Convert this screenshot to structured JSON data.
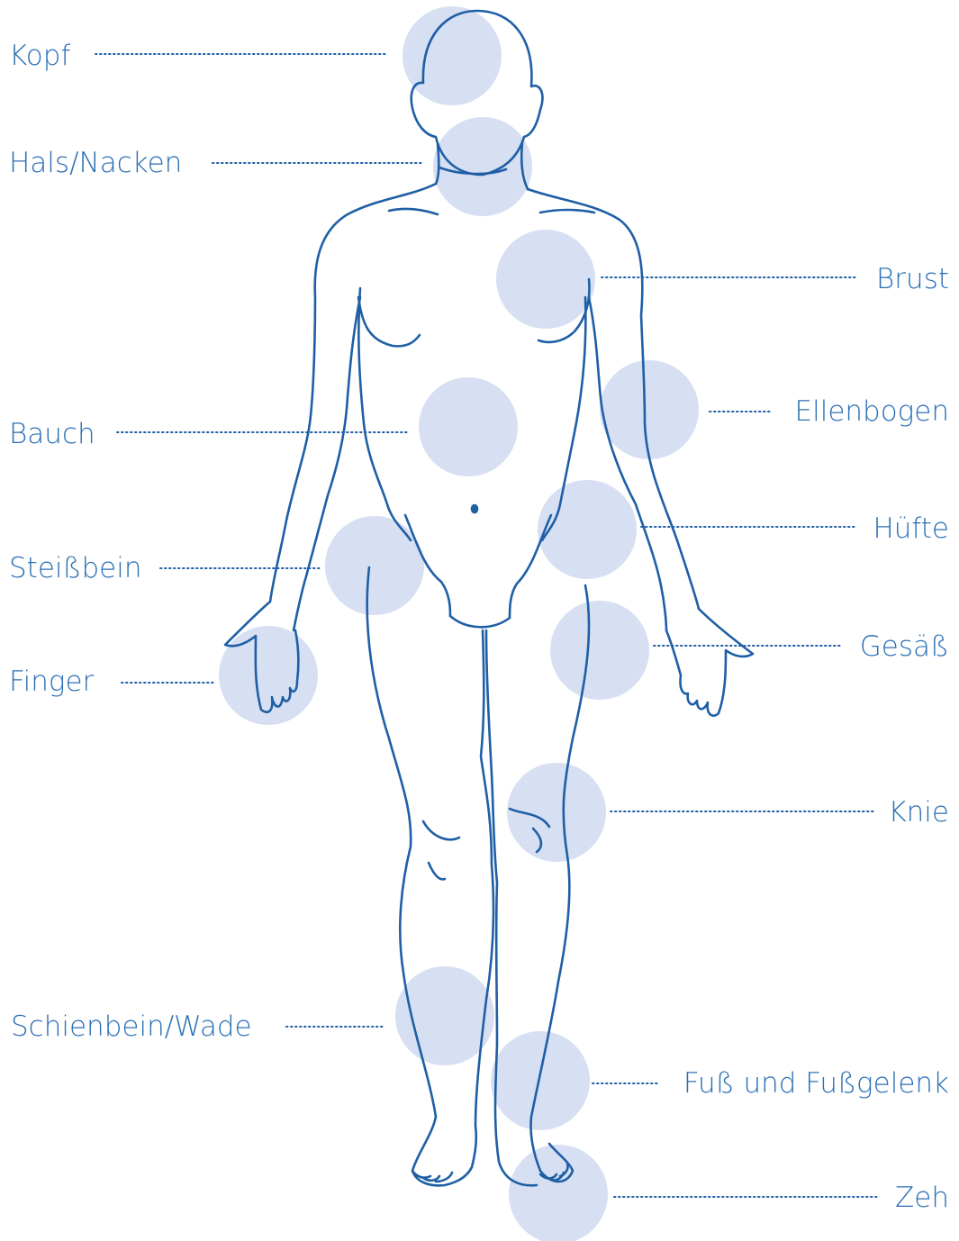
{
  "colors": {
    "outline": "#1f5fa6",
    "circle_fill": "#d3dcf1",
    "label": "#2b6fb5",
    "leader": "#1f5fa6"
  },
  "regions": [
    {
      "id": "kopf",
      "label": "Kopf"
    },
    {
      "id": "hals",
      "label": "Hals/Nacken"
    },
    {
      "id": "brust",
      "label": "Brust"
    },
    {
      "id": "bauch",
      "label": "Bauch"
    },
    {
      "id": "ellenbogen",
      "label": "Ellenbogen"
    },
    {
      "id": "huefte",
      "label": "Hüfte"
    },
    {
      "id": "steissbein",
      "label": "Steißbein"
    },
    {
      "id": "gesaess",
      "label": "Gesäß"
    },
    {
      "id": "finger",
      "label": "Finger"
    },
    {
      "id": "knie",
      "label": "Knie"
    },
    {
      "id": "schienbein",
      "label": "Schienbein/Wade"
    },
    {
      "id": "fuss",
      "label": "Fuß und Fußgelenk"
    },
    {
      "id": "zeh",
      "label": "Zeh"
    }
  ]
}
